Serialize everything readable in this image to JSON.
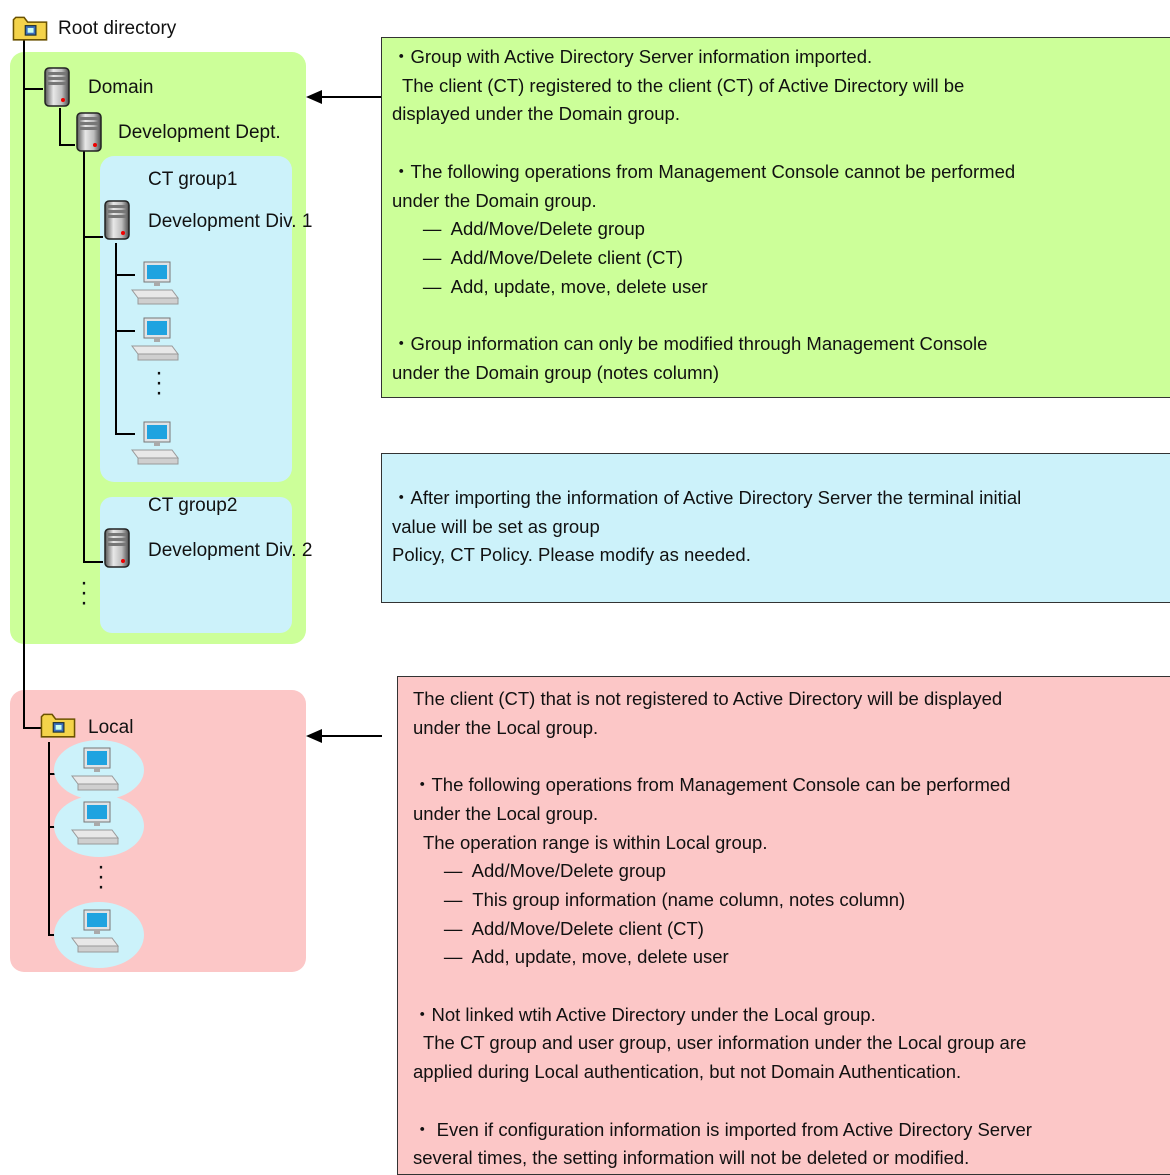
{
  "tree": {
    "root_label": "Root directory",
    "domain_label": "Domain",
    "dev_dept_label": "Development Dept.",
    "ct_group1_label": "CT group1",
    "dev_div1_label": "Development Div. 1",
    "ct_group2_label": "CT group2",
    "dev_div2_label": "Development Div. 2",
    "local_label": "Local"
  },
  "notes": {
    "domain": [
      "・Group with Active Directory Server information imported.",
      "  The client (CT) registered to the client (CT) of Active Directory will be",
      "displayed under the Domain group.",
      "",
      "・The following operations from Management Console cannot be performed",
      "under the Domain group.",
      "      —  Add/Move/Delete group",
      "      —  Add/Move/Delete client (CT)",
      "      —  Add, update, move, delete user",
      "",
      "・Group information can only be modified through Management Console",
      "under the Domain group (notes column)"
    ],
    "policy": [
      "・After importing the information of Active Directory Server the terminal initial",
      "value will be set as group",
      "Policy, CT Policy. Please modify as needed."
    ],
    "local": [
      "The client (CT) that is not registered to Active Directory will be displayed",
      "under the Local group.",
      "",
      "・The following operations from Management Console can be performed",
      "under the Local group.",
      "  The operation range is within Local group.",
      "      —  Add/Move/Delete group",
      "      —  This group information (name column, notes column)",
      "      —  Add/Move/Delete client (CT)",
      "      —  Add, update, move, delete user",
      "",
      "・Not linked wtih Active Directory under the Local group.",
      "  The CT group and user group, user information under the Local group are",
      "applied during Local authentication, but not Domain Authentication.",
      "",
      "・ Even if configuration information is imported from Active Directory Server",
      "several times, the setting information will not be deleted or modified."
    ]
  },
  "colors": {
    "domain_region": "#ccff99",
    "ct_group_region": "#ccf2fa",
    "local_region": "#fcc7c7",
    "domain_note_bg": "#ccff99",
    "policy_note_bg": "#ccf2fa",
    "local_note_bg": "#fcc7c7"
  },
  "icons": {
    "folder": "folder-icon",
    "server": "server-icon",
    "computer": "computer-icon"
  }
}
